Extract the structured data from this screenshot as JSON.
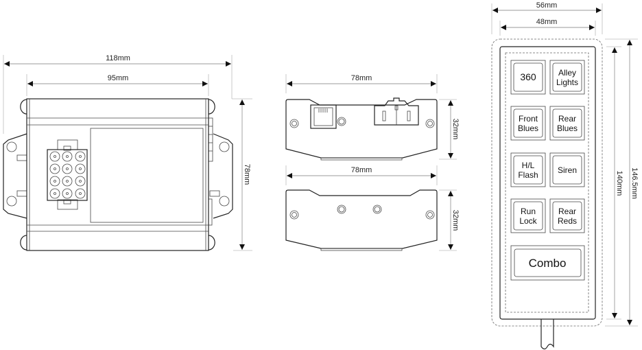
{
  "main_unit": {
    "width_overall": "118mm",
    "width_body": "95mm",
    "height": "78mm"
  },
  "end_view_front": {
    "width": "78mm",
    "height": "32mm"
  },
  "end_view_rear": {
    "width": "78mm",
    "height": "32mm"
  },
  "keypad": {
    "width_overall": "56mm",
    "width_inner": "48mm",
    "height_inner": "140mm",
    "height_overall": "146.5mm",
    "buttons": [
      {
        "line1": "360",
        "line2": ""
      },
      {
        "line1": "Alley",
        "line2": "Lights"
      },
      {
        "line1": "Front",
        "line2": "Blues"
      },
      {
        "line1": "Rear",
        "line2": "Blues"
      },
      {
        "line1": "H/L",
        "line2": "Flash"
      },
      {
        "line1": "Siren",
        "line2": ""
      },
      {
        "line1": "Run",
        "line2": "Lock"
      },
      {
        "line1": "Rear",
        "line2": "Reds"
      }
    ],
    "combo_label": "Combo"
  }
}
